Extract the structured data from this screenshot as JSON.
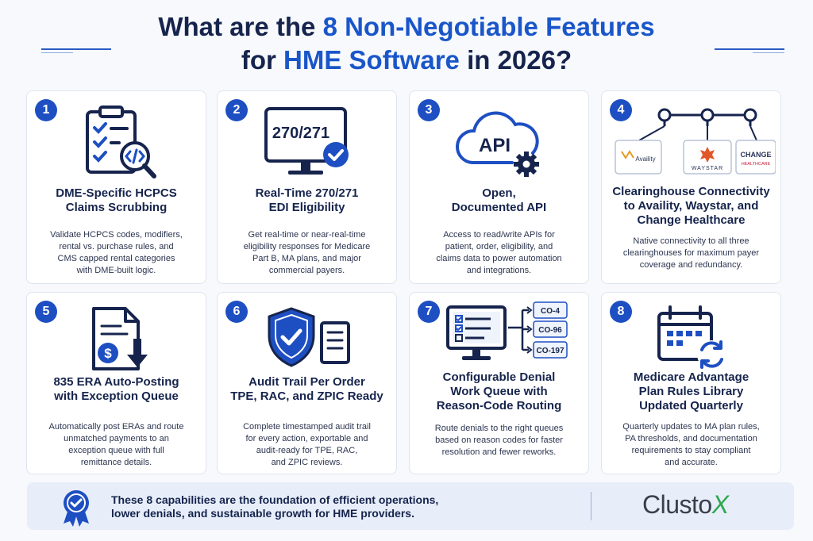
{
  "title": {
    "line1_pre": "What are the ",
    "line1_accent": "8 Non-Negotiable Features",
    "line2_pre": "for ",
    "line2_accent": "HME Software",
    "line2_post": " in 2026?"
  },
  "cards": [
    {
      "number": "1",
      "title": [
        "DME-Specific HCPCS",
        "Claims Scrubbing"
      ],
      "desc": [
        "Validate HCPCS codes, modifiers,",
        "rental vs. purchase rules, and",
        "CMS capped rental categories",
        "with DME-built logic."
      ],
      "icon": "clipboard-code-magnifier-icon"
    },
    {
      "number": "2",
      "title": [
        "Real-Time 270/271",
        "EDI Eligibility"
      ],
      "desc": [
        "Get real-time or near-real-time",
        "eligibility responses for Medicare",
        "Part B, MA plans, and major",
        "commercial payers."
      ],
      "icon": "monitor-check-icon",
      "screen_text": "270/271"
    },
    {
      "number": "3",
      "title": [
        "Open,",
        "Documented API"
      ],
      "desc": [
        "Access to read/write APIs for",
        "patient, order, eligibility, and",
        "claims data to power automation",
        "and integrations."
      ],
      "icon": "cloud-api-gear-icon",
      "cloud_text": "API"
    },
    {
      "number": "4",
      "title": [
        "Clearinghouse Connectivity",
        "to Availity, Waystar, and",
        "Change Healthcare"
      ],
      "desc": [
        "Native connectivity to all three",
        "clearinghouses for maximum payer",
        "coverage and redundancy."
      ],
      "icon": "network-logos-icon",
      "logos": [
        "Availity",
        "WAYSTAR",
        "CHANGE",
        "HEALTHCARE"
      ]
    },
    {
      "number": "5",
      "title": [
        "835 ERA Auto-Posting",
        "with Exception Queue"
      ],
      "desc": [
        "Automatically post ERAs and route",
        "unmatched payments to an",
        "exception queue with full",
        "remittance details."
      ],
      "icon": "document-dollar-arrow-icon"
    },
    {
      "number": "6",
      "title": [
        "Audit Trail Per Order",
        "TPE, RAC, and ZPIC Ready"
      ],
      "desc": [
        "Complete timestamped audit trail",
        "for every action, exportable and",
        "audit-ready for TPE, RAC,",
        "and ZPIC reviews."
      ],
      "icon": "shield-check-document-icon"
    },
    {
      "number": "7",
      "title": [
        "Configurable Denial",
        "Work Queue with",
        "Reason-Code Routing"
      ],
      "desc": [
        "Route denials to the right queues",
        "based on reason codes for faster",
        "resolution and fewer reworks."
      ],
      "icon": "monitor-routing-icon",
      "codes": [
        "CO-4",
        "CO-96",
        "CO-197"
      ]
    },
    {
      "number": "8",
      "title": [
        "Medicare Advantage",
        "Plan Rules Library",
        "Updated Quarterly"
      ],
      "desc": [
        "Quarterly updates to MA plan rules,",
        "PA thresholds, and documentation",
        "requirements to stay compliant",
        "and accurate."
      ],
      "icon": "calendar-refresh-icon"
    }
  ],
  "footer": {
    "text": [
      "These 8 capabilities are the foundation of efficient operations,",
      "lower denials, and sustainable growth for HME providers."
    ],
    "logo_main": "Clusto",
    "logo_x": "X",
    "icon": "award-badge-icon"
  },
  "colors": {
    "accent": "#1a56c9",
    "navy": "#16244d",
    "icon_blue": "#1e4fc2",
    "logo_green": "#2fa84f",
    "waystar_orange": "#e0582a",
    "change_red": "#c8203b"
  }
}
